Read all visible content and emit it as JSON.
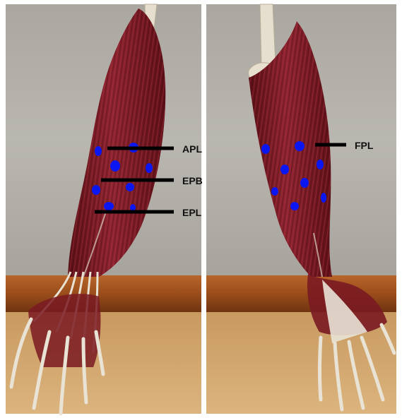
{
  "figure": {
    "labels": {
      "apl": "APL",
      "epb": "EPB",
      "epl": "EPL",
      "fpl": "FPL"
    },
    "colors": {
      "marker": "#0a17f2",
      "leader_line": "#000000",
      "muscle": "#7d1a22",
      "tendon_bone": "#e9e3d6",
      "wall": "#b7b5ae",
      "wood_rail": "#9c4e1c",
      "table": "#d3a56a"
    },
    "panels": [
      "left-forearm-dorsal-view",
      "right-forearm-ventral-view"
    ]
  }
}
